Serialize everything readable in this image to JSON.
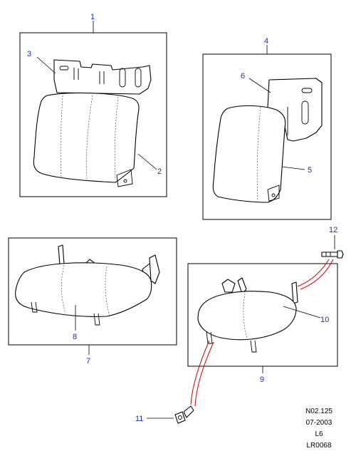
{
  "callouts": {
    "c1": "1",
    "c2": "2",
    "c3": "3",
    "c4": "4",
    "c5": "5",
    "c6": "6",
    "c7": "7",
    "c8": "8",
    "c9": "9",
    "c10": "10",
    "c11": "11",
    "c12": "12"
  },
  "reference": {
    "code": "N02.125",
    "date": "07-2003",
    "model": "L6",
    "drawing": "LR0068"
  },
  "colors": {
    "callout": "#1a2fb0",
    "path": "#d40000"
  }
}
